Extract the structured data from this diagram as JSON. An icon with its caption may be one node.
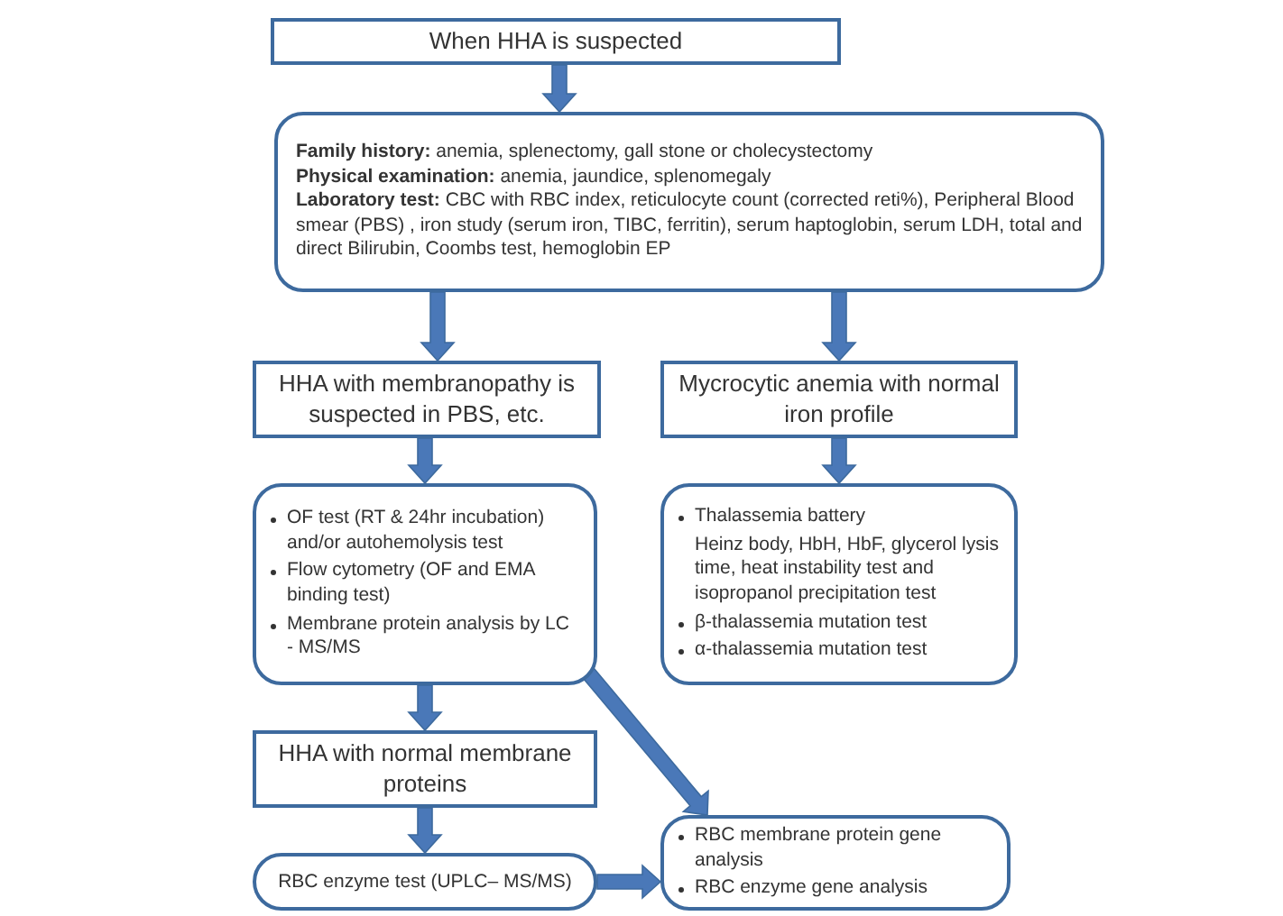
{
  "diagram": {
    "nodes": [
      {
        "text": [
          "When HHA is suspected"
        ]
      },
      {
        "text": [
          "**Family history:** anemia, splenectomy, gall stone or cholecystectomy",
          "**Physical examination:** anemia, jaundice, splenomegaly",
          "**Laboratory test:** CBC with RBC index, reticulocyte count (corrected reti%), Peripheral Blood smear (PBS) , iron study (serum iron, TIBC, ferritin), serum haptoglobin, serum LDH, total and direct Bilirubin, Coombs test, hemoglobin EP"
        ]
      },
      {
        "text": [
          "HHA with membranopathy is suspected in PBS, etc."
        ]
      },
      {
        "text": [
          "Mycrocytic anemia with normal iron profile"
        ]
      },
      {
        "text": [
          "OF test (RT & 24hr incubation) and/or autohemolysis test",
          "Flow cytometry (OF and EMA binding test)",
          "Membrane protein analysis by LC - MS/MS"
        ]
      },
      {
        "text": [
          "Thalassemia battery",
          "Heinz body, HbH, HbF, glycerol lysis time, heat instability test and isopropanol precipitation test",
          "β-thalassemia mutation test",
          "α-thalassemia mutation test"
        ]
      },
      {
        "text": [
          "HHA with normal membrane proteins"
        ]
      },
      {
        "text": [
          "RBC enzyme test (UPLC– MS/MS)"
        ]
      },
      {
        "text": [
          "RBC membrane protein gene analysis",
          "RBC enzyme gene analysis"
        ]
      }
    ],
    "edges": [
      {
        "from": 0,
        "to": 1,
        "arrow": "to"
      },
      {
        "from": 1,
        "to": 2,
        "arrow": "to"
      },
      {
        "from": 1,
        "to": 3,
        "arrow": "to"
      },
      {
        "from": 2,
        "to": 4,
        "arrow": "to"
      },
      {
        "from": 3,
        "to": 5,
        "arrow": "to"
      },
      {
        "from": 4,
        "to": 6,
        "arrow": "to"
      },
      {
        "from": 4,
        "to": 8,
        "arrow": "to"
      },
      {
        "from": 6,
        "to": 7,
        "arrow": "to"
      },
      {
        "from": 7,
        "to": 8,
        "arrow": "to"
      }
    ]
  }
}
